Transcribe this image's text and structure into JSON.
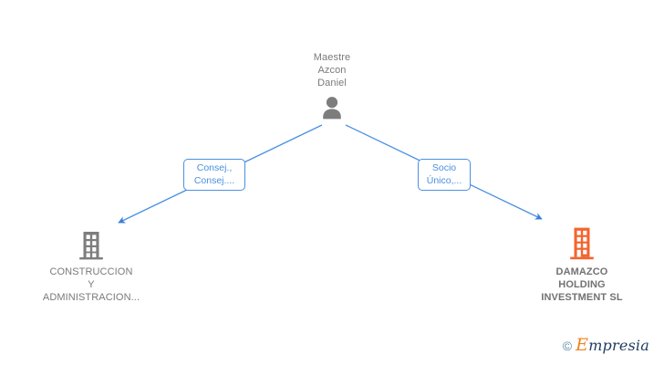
{
  "graph": {
    "title": "Empresia relationship graph",
    "background_color": "#ffffff",
    "edge_color": "#4a90e2",
    "person_icon_color": "#7d7d7d",
    "company_icon_color_gray": "#7d7d7d",
    "company_icon_color_orange": "#f4642e",
    "nodes": [
      {
        "id": "person",
        "type": "person",
        "icon": "person-icon",
        "label": "Maestre\nAzcon\nDaniel",
        "label_position": "above",
        "icon_color": "#7d7d7d",
        "bold": false
      },
      {
        "id": "company-left",
        "type": "company",
        "icon": "building-icon",
        "label": "CONSTRUCCION\nY\nADMINISTRACION...",
        "label_position": "below",
        "icon_color": "#7d7d7d",
        "bold": false
      },
      {
        "id": "company-right",
        "type": "company",
        "icon": "building-icon",
        "label": "DAMAZCO\nHOLDING\nINVESTMENT SL",
        "label_position": "below",
        "icon_color": "#f4642e",
        "bold": true
      }
    ],
    "edges": [
      {
        "id": "edge-left",
        "from": "person",
        "to": "company-left",
        "label": "Consej.,\nConsej....",
        "direction": "down-left",
        "color": "#4a90e2"
      },
      {
        "id": "edge-right",
        "from": "person",
        "to": "company-right",
        "label": "Socio\nÚnico,...",
        "direction": "down-right",
        "color": "#4a90e2"
      }
    ]
  },
  "watermark": {
    "copyright_symbol": "©",
    "brand_initial": "E",
    "brand_rest": "mpresia",
    "copyright_color": "#5b8aa6",
    "brand_color": "#1f3a5f",
    "brand_initial_color": "#f0821e"
  }
}
